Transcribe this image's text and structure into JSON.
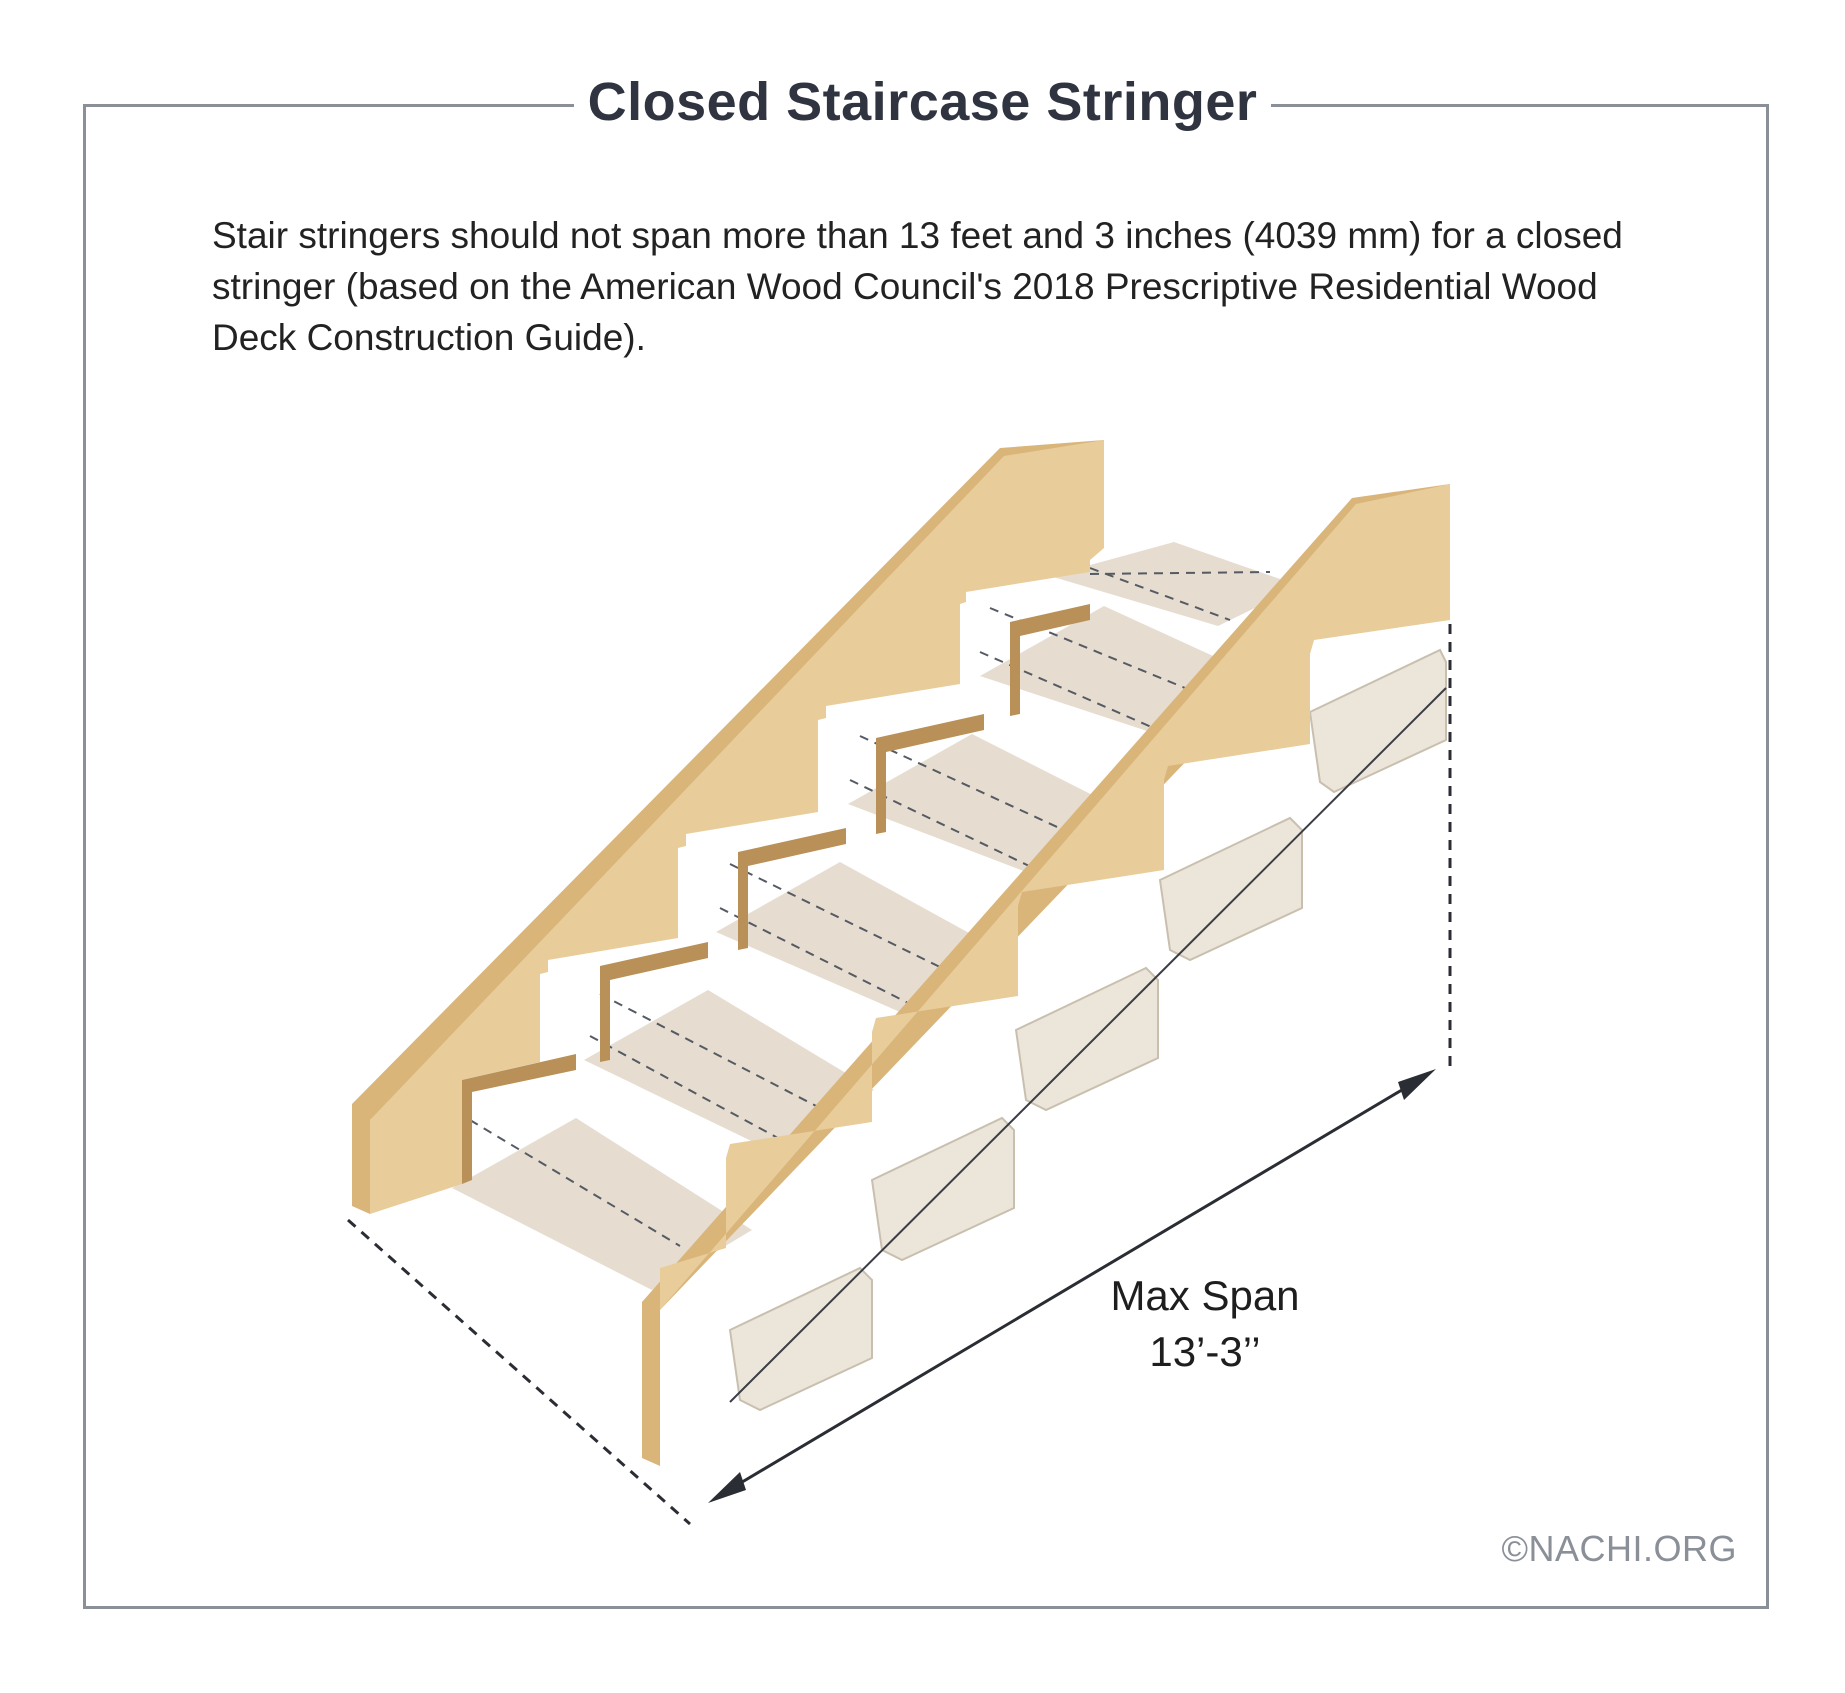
{
  "title": "Closed Staircase Stringer",
  "description": "Stair stringers should not span more than 13 feet and 3 inches (4039 mm) for a closed stringer (based on the American Wood Council's 2018 Prescriptive Residential Wood Deck Construction Guide).",
  "dimension": {
    "label_line1": "Max Span",
    "label_line2": "13’-3’’"
  },
  "copyright": "©NACHI.ORG",
  "colors": {
    "frame": "#8a8f98",
    "title_text": "#2f3440",
    "wood_face": "#e8cc9a",
    "wood_edge": "#d9b57a",
    "wood_shadow": "#b89058",
    "tread_light": "#e6ddd0",
    "dimension_line": "#2a2d33"
  }
}
